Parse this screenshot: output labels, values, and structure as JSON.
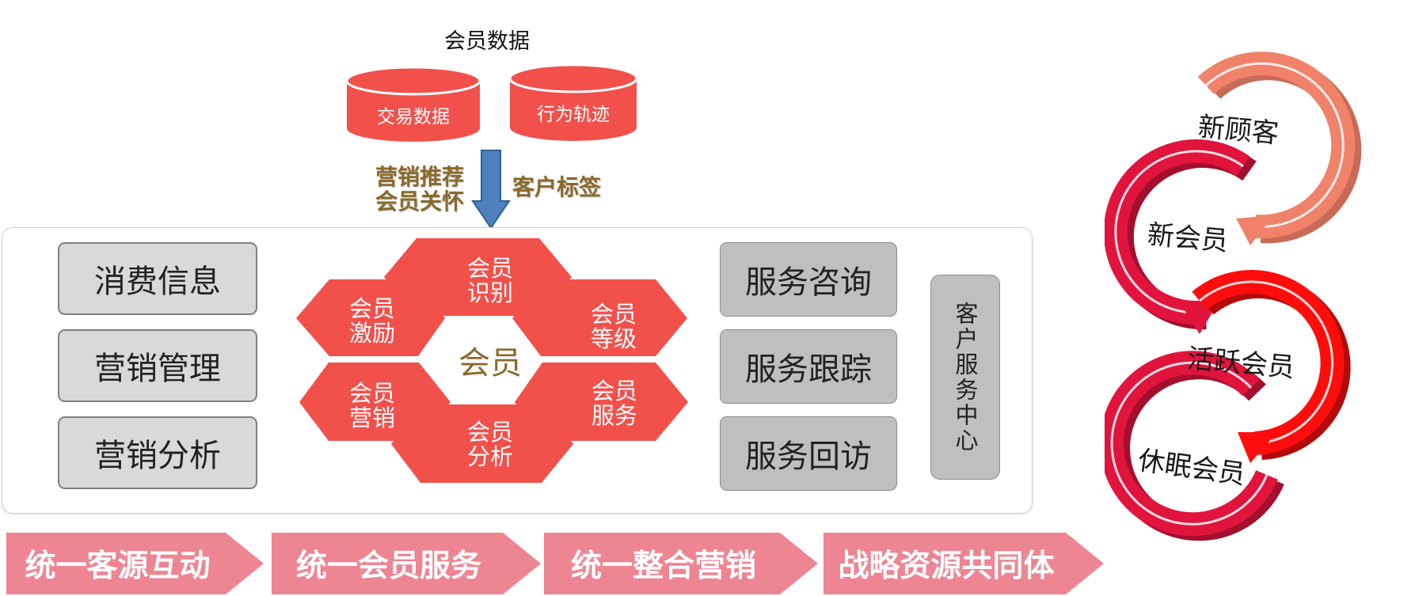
{
  "header": {
    "title": "会员数据"
  },
  "databases": [
    {
      "label": "交易数据"
    },
    {
      "label": "行为轨迹"
    }
  ],
  "arrow": {
    "left_line1": "营销推荐",
    "left_line2": "会员关怀",
    "right": "客户标签"
  },
  "left_boxes": [
    "消费信息",
    "营销管理",
    "营销分析"
  ],
  "hexagons": {
    "center": "会员",
    "cells": [
      {
        "line1": "会员",
        "line2": "识别"
      },
      {
        "line1": "会员",
        "line2": "激励"
      },
      {
        "line1": "会员",
        "line2": "等级"
      },
      {
        "line1": "会员",
        "line2": "营销"
      },
      {
        "line1": "会员",
        "line2": "服务"
      },
      {
        "line1": "会员",
        "line2": "分析"
      }
    ]
  },
  "right_boxes": [
    "服务咨询",
    "服务跟踪",
    "服务回访"
  ],
  "service_center": "客户服务中心",
  "chevrons": [
    "统一客源互动",
    "统一会员服务",
    "统一整合营销",
    "战略资源共同体"
  ],
  "lifecycle": [
    "新顾客",
    "新会员",
    "活跃会员",
    "休眠会员"
  ],
  "colors": {
    "primary_red": "#f2504b",
    "chevron_pink": "#ee8593",
    "ring_salmon": "#f0826a",
    "ring_crimson": "#e0143c",
    "ring_red": "#ff0d0d",
    "arrow_blue": "#4f81bd",
    "text_gold": "#8a6a2c"
  }
}
